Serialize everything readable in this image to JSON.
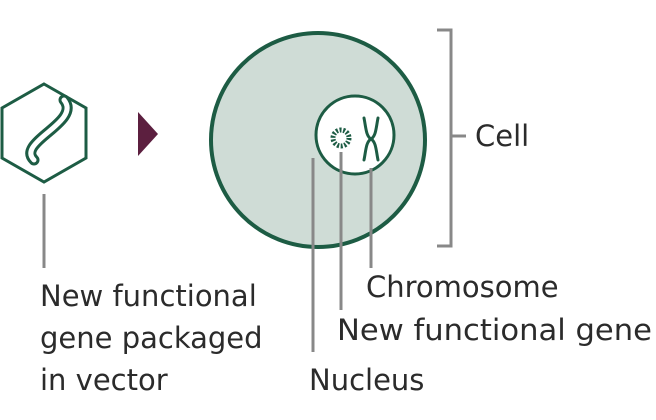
{
  "labels": {
    "vector": [
      "New functional",
      "gene packaged",
      "in vector"
    ],
    "cell": "Cell",
    "chromosome": "Chromosome",
    "new_gene": "New functional gene",
    "nucleus": "Nucleus"
  },
  "colors": {
    "green": "#1d5c44",
    "cell_fill": "#cfdcd6",
    "arrow": "#5c1f3f",
    "leader": "#888888",
    "text": "#2b2b2b"
  },
  "icons": {
    "vector": "hexagon-vector-icon",
    "arrow": "triangle-arrow-icon",
    "plasmid": "circular-gene-icon",
    "chromosome": "chromosome-icon"
  }
}
